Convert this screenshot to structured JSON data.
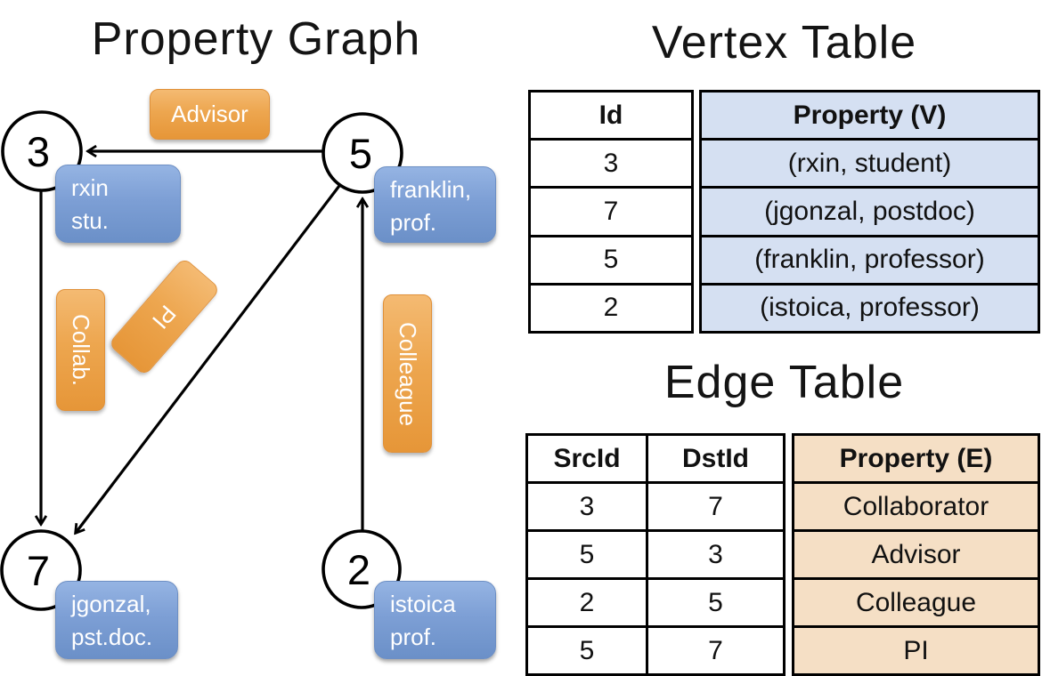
{
  "graph": {
    "title": "Property Graph",
    "nodes": [
      {
        "id": "3",
        "line1": "rxin",
        "line2": "stu."
      },
      {
        "id": "5",
        "line1": "franklin,",
        "line2": "prof."
      },
      {
        "id": "7",
        "line1": "jgonzal,",
        "line2": "pst.doc."
      },
      {
        "id": "2",
        "line1": "istoica",
        "line2": "prof."
      }
    ],
    "edges": [
      {
        "from": "5",
        "to": "3",
        "label": "Advisor"
      },
      {
        "from": "3",
        "to": "7",
        "label": "Collab."
      },
      {
        "from": "5",
        "to": "7",
        "label": "PI"
      },
      {
        "from": "2",
        "to": "5",
        "label": "Colleague"
      }
    ]
  },
  "vertex_table": {
    "title": "Vertex Table",
    "columns": {
      "id": "Id",
      "property": "Property (V)"
    },
    "rows": [
      {
        "id": "3",
        "property": "(rxin, student)"
      },
      {
        "id": "7",
        "property": "(jgonzal, postdoc)"
      },
      {
        "id": "5",
        "property": "(franklin, professor)"
      },
      {
        "id": "2",
        "property": "(istoica, professor)"
      }
    ]
  },
  "edge_table": {
    "title": "Edge Table",
    "columns": {
      "src": "SrcId",
      "dst": "DstId",
      "property": "Property (E)"
    },
    "rows": [
      {
        "src": "3",
        "dst": "7",
        "property": "Collaborator"
      },
      {
        "src": "5",
        "dst": "3",
        "property": "Advisor"
      },
      {
        "src": "2",
        "dst": "5",
        "property": "Colleague"
      },
      {
        "src": "5",
        "dst": "7",
        "property": "PI"
      }
    ]
  },
  "colors": {
    "vertex_property_fill": "#d5e0f2",
    "edge_property_fill": "#f5dfc5",
    "vertex_box_blue_top": "#95b4e3",
    "vertex_box_blue_bottom": "#6b90c8",
    "edge_box_orange_top": "#f4ba72",
    "edge_box_orange_bottom": "#e69638",
    "line_black": "#000000"
  }
}
